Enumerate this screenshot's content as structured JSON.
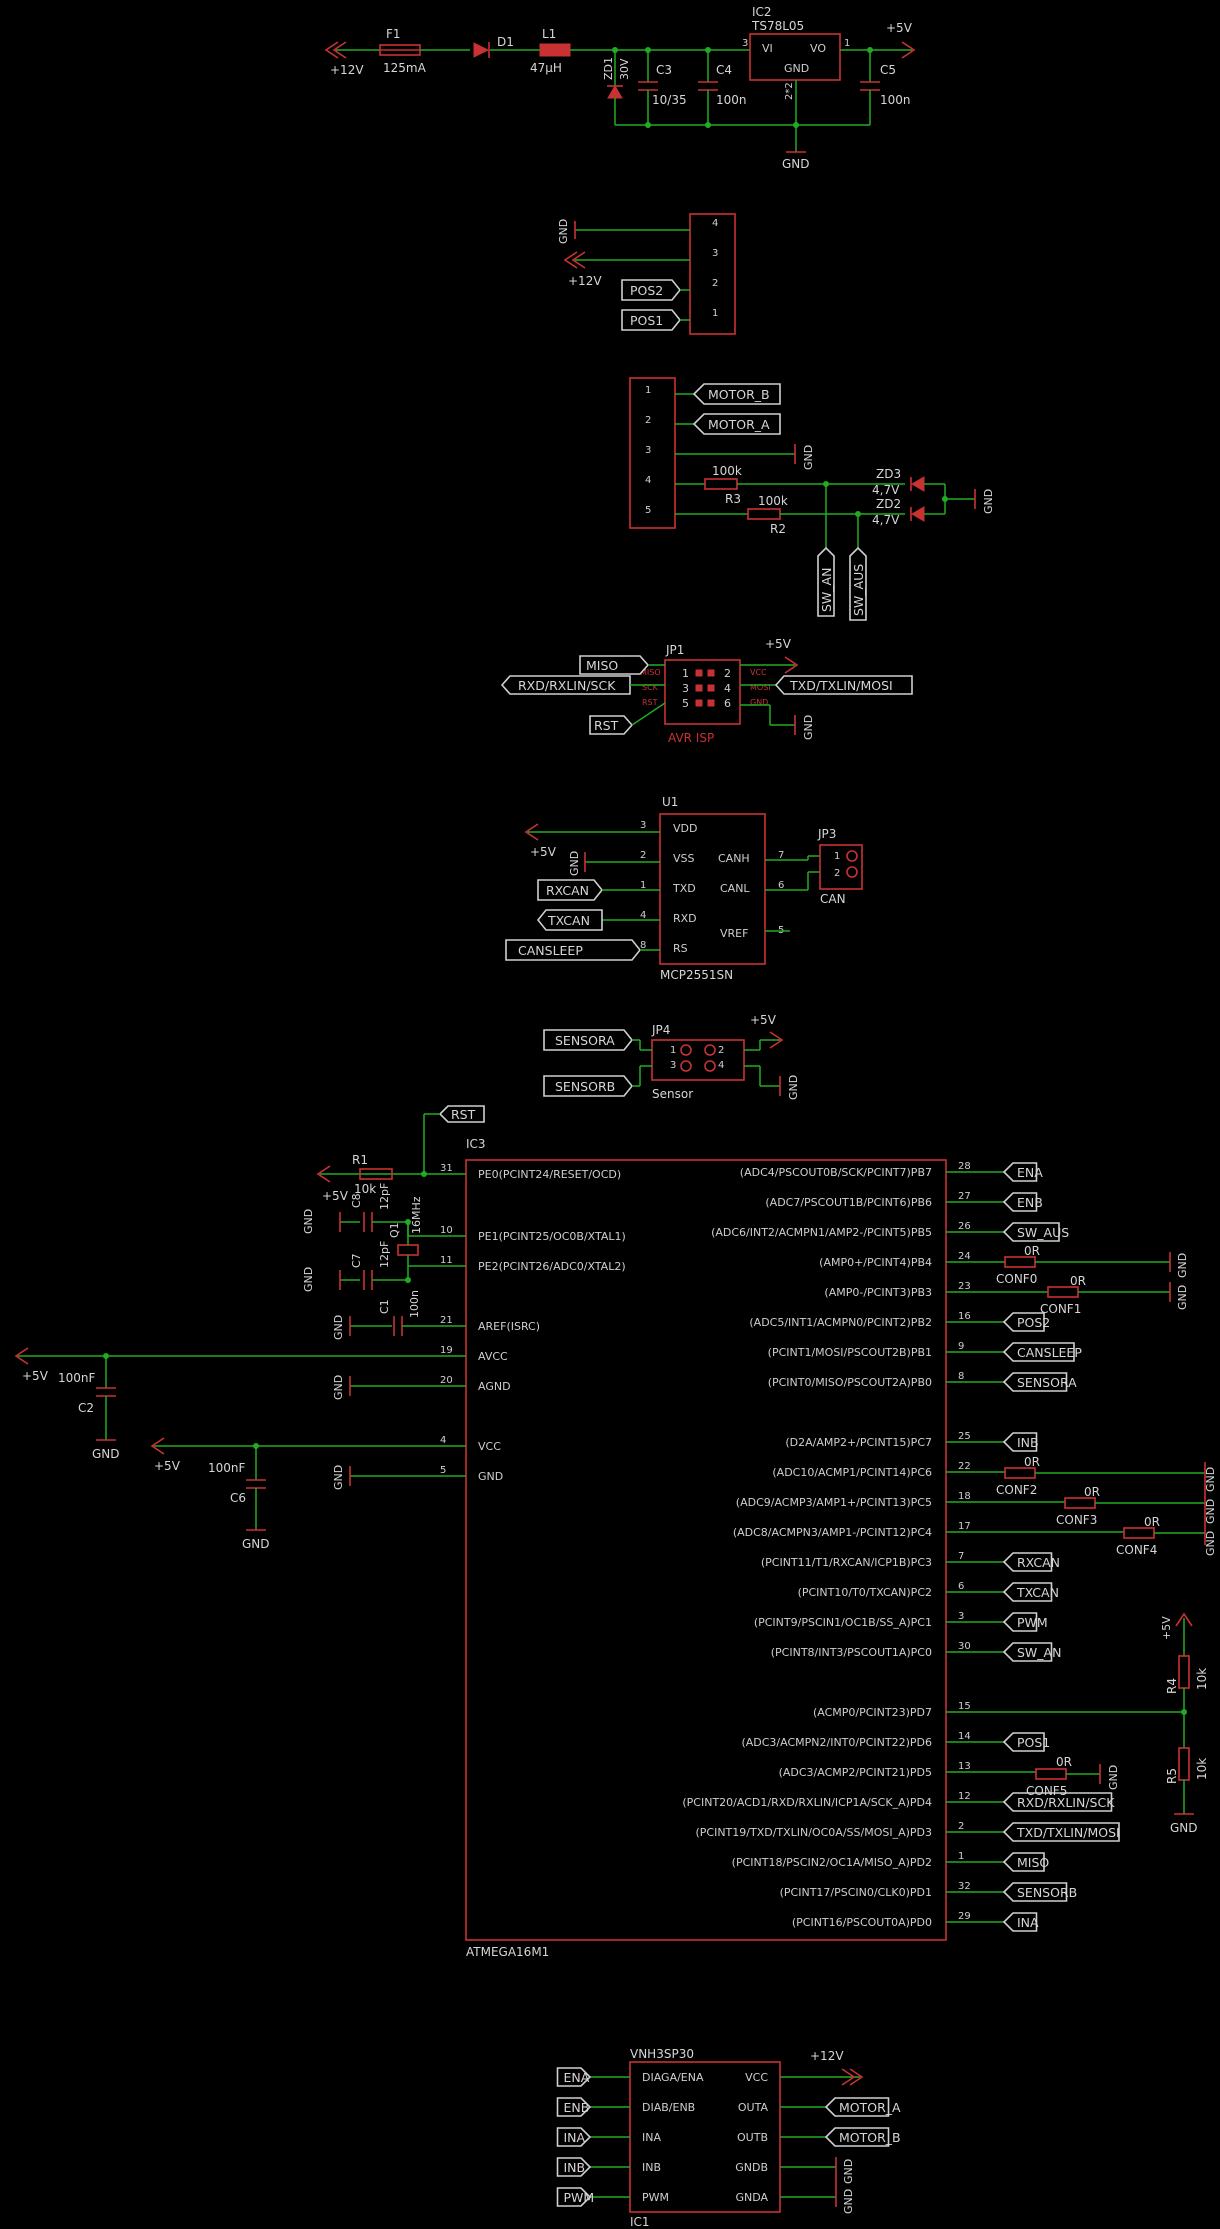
{
  "power_input": {
    "net": "+12V",
    "fuse": {
      "ref": "F1",
      "value": "125mA"
    },
    "diode": {
      "ref": "D1"
    },
    "inductor": {
      "ref": "L1",
      "value": "47µH"
    },
    "zener": {
      "ref": "ZD1",
      "value": "30V"
    },
    "c3": {
      "ref": "C3",
      "value": "10/35"
    },
    "c4": {
      "ref": "C4",
      "value": "100n"
    },
    "regulator": {
      "ref": "IC2",
      "part": "TS78L05",
      "vi": "VI",
      "vo": "VO",
      "gnd": "GND",
      "pin1": "1",
      "pin3": "3",
      "pin2": "2*2"
    },
    "c5": {
      "ref": "C5",
      "value": "100n"
    },
    "out": "+5V",
    "gnd": "GND"
  },
  "conn_pos": {
    "pins": [
      "4",
      "3",
      "2",
      "1"
    ],
    "gnd": "GND",
    "v12": "+12V",
    "pos2": "POS2",
    "pos1": "POS1"
  },
  "conn_motor": {
    "pins": [
      "1",
      "2",
      "3",
      "4",
      "5"
    ],
    "motor_b": "MOTOR_B",
    "motor_a": "MOTOR_A",
    "gnd1": "GND",
    "gnd2": "GND",
    "r3": {
      "ref": "R3",
      "value": "100k"
    },
    "r2": {
      "ref": "R2",
      "value": "100k"
    },
    "zd3": {
      "ref": "ZD3",
      "value": "4,7V"
    },
    "zd2": {
      "ref": "ZD2",
      "value": "4,7V"
    },
    "sw_an": "SW_AN",
    "sw_aus": "SW_AUS"
  },
  "isp": {
    "ref": "JP1",
    "name": "AVR ISP",
    "v5": "+5V",
    "gnd": "GND",
    "miso": "MISO",
    "sck": "RXD/RXLIN/SCK",
    "rst": "RST",
    "mosi": "TXD/TXLIN/MOSI",
    "pins": [
      "1",
      "2",
      "3",
      "4",
      "5",
      "6"
    ],
    "tiny": [
      "MISO",
      "SCK",
      "RST",
      "VCC",
      "MOSI",
      "GND"
    ]
  },
  "can": {
    "ref": "U1",
    "part": "MCP2551SN",
    "v5": "+5V",
    "gnd": "GND",
    "pins_l": [
      {
        "n": "3",
        "t": "VDD"
      },
      {
        "n": "2",
        "t": "VSS"
      },
      {
        "n": "1",
        "t": "TXD"
      },
      {
        "n": "4",
        "t": "RXD"
      },
      {
        "n": "8",
        "t": "RS"
      }
    ],
    "pins_r": [
      {
        "n": "7",
        "t": "CANH"
      },
      {
        "n": "6",
        "t": "CANL"
      },
      {
        "n": "5",
        "t": "VREF"
      }
    ],
    "rxcan": "RXCAN",
    "txcan": "TXCAN",
    "cansleep": "CANSLEEP",
    "jp3": {
      "ref": "JP3",
      "name": "CAN",
      "p1": "1",
      "p2": "2"
    }
  },
  "sensor": {
    "ref": "JP4",
    "name": "Sensor",
    "v5": "+5V",
    "gnd": "GND",
    "sensora": "SENSORA",
    "sensorb": "SENSORB",
    "pins": [
      "1",
      "2",
      "3",
      "4"
    ]
  },
  "mcu": {
    "ref": "IC3",
    "part": "ATMEGA16M1",
    "rst": "RST",
    "left": [
      {
        "n": "31",
        "t": "PE0(PCINT24/RESET/OCD)"
      },
      {
        "n": "10",
        "t": "PE1(PCINT25/OC0B/XTAL1)"
      },
      {
        "n": "11",
        "t": "PE2(PCINT26/ADC0/XTAL2)"
      },
      {
        "n": "21",
        "t": "AREF(ISRC)"
      },
      {
        "n": "19",
        "t": "AVCC"
      },
      {
        "n": "20",
        "t": "AGND"
      },
      {
        "n": "4",
        "t": "VCC"
      },
      {
        "n": "5",
        "t": "GND"
      }
    ],
    "right": [
      {
        "n": "28",
        "t": "(ADC4/PSCOUT0B/SCK/PCINT7)PB7",
        "net": "ENA"
      },
      {
        "n": "27",
        "t": "(ADC7/PSCOUT1B/PCINT6)PB6",
        "net": "ENB"
      },
      {
        "n": "26",
        "t": "(ADC6/INT2/ACMPN1/AMP2-/PCINT5)PB5",
        "net": "SW_AUS"
      },
      {
        "n": "24",
        "t": "(AMP0+/PCINT4)PB4",
        "net": ""
      },
      {
        "n": "23",
        "t": "(AMP0-/PCINT3)PB3",
        "net": ""
      },
      {
        "n": "16",
        "t": "(ADC5/INT1/ACMPN0/PCINT2)PB2",
        "net": "POS2"
      },
      {
        "n": "9",
        "t": "(PCINT1/MOSI/PSCOUT2B)PB1",
        "net": "CANSLEEP"
      },
      {
        "n": "8",
        "t": "(PCINT0/MISO/PSCOUT2A)PB0",
        "net": "SENSORA"
      },
      {
        "n": "25",
        "t": "(D2A/AMP2+/PCINT15)PC7",
        "net": "INB"
      },
      {
        "n": "22",
        "t": "(ADC10/ACMP1/PCINT14)PC6",
        "net": ""
      },
      {
        "n": "18",
        "t": "(ADC9/ACMP3/AMP1+/PCINT13)PC5",
        "net": ""
      },
      {
        "n": "17",
        "t": "(ADC8/ACMPN3/AMP1-/PCINT12)PC4",
        "net": ""
      },
      {
        "n": "7",
        "t": "(PCINT11/T1/RXCAN/ICP1B)PC3",
        "net": "RXCAN"
      },
      {
        "n": "6",
        "t": "(PCINT10/T0/TXCAN)PC2",
        "net": "TXCAN"
      },
      {
        "n": "3",
        "t": "(PCINT9/PSCIN1/OC1B/SS_A)PC1",
        "net": "PWM"
      },
      {
        "n": "30",
        "t": "(PCINT8/INT3/PSCOUT1A)PC0",
        "net": "SW_AN"
      },
      {
        "n": "15",
        "t": "(ACMP0/PCINT23)PD7",
        "net": ""
      },
      {
        "n": "14",
        "t": "(ADC3/ACMPN2/INT0/PCINT22)PD6",
        "net": "POS1"
      },
      {
        "n": "13",
        "t": "(ADC3/ACMP2/PCINT21)PD5",
        "net": ""
      },
      {
        "n": "12",
        "t": "(PCINT20/ACD1/RXD/RXLIN/ICP1A/SCK_A)PD4",
        "net": "RXD/RXLIN/SCK"
      },
      {
        "n": "2",
        "t": "(PCINT19/TXD/TXLIN/OC0A/SS/MOSI_A)PD3",
        "net": "TXD/TXLIN/MOSI"
      },
      {
        "n": "1",
        "t": "(PCINT18/PSCIN2/OC1A/MISO_A)PD2",
        "net": "MISO"
      },
      {
        "n": "32",
        "t": "(PCINT17/PSCIN0/CLK0)PD1",
        "net": "SENSORB"
      },
      {
        "n": "29",
        "t": "(PCINT16/PSCOUT0A)PD0",
        "net": "INA"
      }
    ],
    "r1": {
      "ref": "R1",
      "value": "10k"
    },
    "c8": {
      "ref": "C8",
      "value": "12pF"
    },
    "c7": {
      "ref": "C7",
      "value": "12pF"
    },
    "q1": {
      "ref": "Q1",
      "value": "16MHz"
    },
    "c1": {
      "ref": "C1",
      "value": "100n"
    },
    "c2": {
      "ref": "C2",
      "value": "100nF"
    },
    "c6": {
      "ref": "C6",
      "value": "100nF"
    },
    "v5": "+5V",
    "gnd": "GND",
    "conf0": {
      "ref": "CONF0",
      "value": "0R"
    },
    "conf1": {
      "ref": "CONF1",
      "value": "0R"
    },
    "conf2": {
      "ref": "CONF2",
      "value": "0R"
    },
    "conf3": {
      "ref": "CONF3",
      "value": "0R"
    },
    "conf4": {
      "ref": "CONF4",
      "value": "0R"
    },
    "conf5": {
      "ref": "CONF5",
      "value": "0R"
    },
    "r4": {
      "ref": "R4",
      "value": "10k"
    },
    "r5": {
      "ref": "R5",
      "value": "10k"
    }
  },
  "driver": {
    "ref": "IC1",
    "part": "VNH3SP30",
    "v12": "+12V",
    "gnd": "GND",
    "left": [
      {
        "t": "DIAGA/ENA",
        "net": "ENA"
      },
      {
        "t": "DIAB/ENB",
        "net": "ENB"
      },
      {
        "t": "INA",
        "net": "INA"
      },
      {
        "t": "INB",
        "net": "INB"
      },
      {
        "t": "PWM",
        "net": "PWM"
      }
    ],
    "right": [
      {
        "t": "VCC",
        "net": ""
      },
      {
        "t": "OUTA",
        "net": "MOTOR_A"
      },
      {
        "t": "OUTB",
        "net": "MOTOR_B"
      },
      {
        "t": "GNDB",
        "net": ""
      },
      {
        "t": "GNDA",
        "net": ""
      }
    ]
  }
}
